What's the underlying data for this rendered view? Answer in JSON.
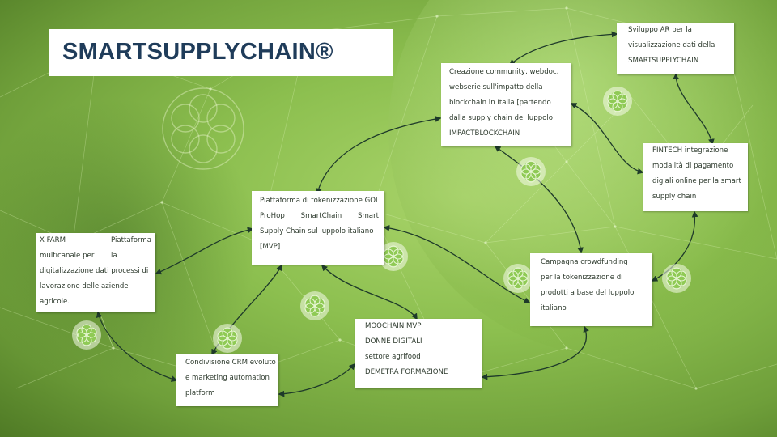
{
  "title": "SMARTSUPPLYCHAIN®",
  "colors": {
    "background": "#8cbf4f",
    "title_text": "#1f3c5a",
    "connector": "#1e3a2a",
    "box": "#ffffff"
  },
  "nodes": {
    "xfarm": {
      "lines": [
        "X FARM",
        "Piattaforma",
        "multicanale per",
        "la",
        "digitalizzazione dati processi di",
        "lavorazione delle aziende",
        "agricole."
      ]
    },
    "crm": {
      "lines": [
        "Condivisione CRM evoluto",
        "e marketing automation",
        "platform"
      ]
    },
    "piattaforma": {
      "lines": [
        "Piattaforma di tokenizzazione GOI",
        "ProHop",
        "SmartChain",
        "Smart",
        "Supply Chain sul luppolo italiano",
        "[MVP]"
      ]
    },
    "moochain": {
      "lines": [
        "MOOCHAIN MVP",
        "DONNE DIGITALI",
        "settore agrifood",
        "DEMETRA FORMAZIONE"
      ]
    },
    "community": {
      "lines": [
        "Creazione community, webdoc,",
        "webserie sull'impatto della",
        "blockchain in Italia [partendo",
        "dalla supply chain del luppolo",
        "IMPACTBLOCKCHAIN"
      ]
    },
    "ar": {
      "lines": [
        "Sviluppo AR per la",
        "visualizzazione dati della",
        "SMARTSUPPLYCHAIN"
      ]
    },
    "fintech": {
      "lines": [
        "FINTECH  integrazione",
        "modalità di pagamento",
        "digiali online per la smart",
        "supply chain"
      ]
    },
    "crowdfunding": {
      "lines": [
        "Campagna crowdfunding",
        "per la tokenizzazione di",
        "prodotti a base del luppolo",
        "italiano"
      ]
    }
  },
  "icons": [
    "hop-emblem-icon"
  ]
}
